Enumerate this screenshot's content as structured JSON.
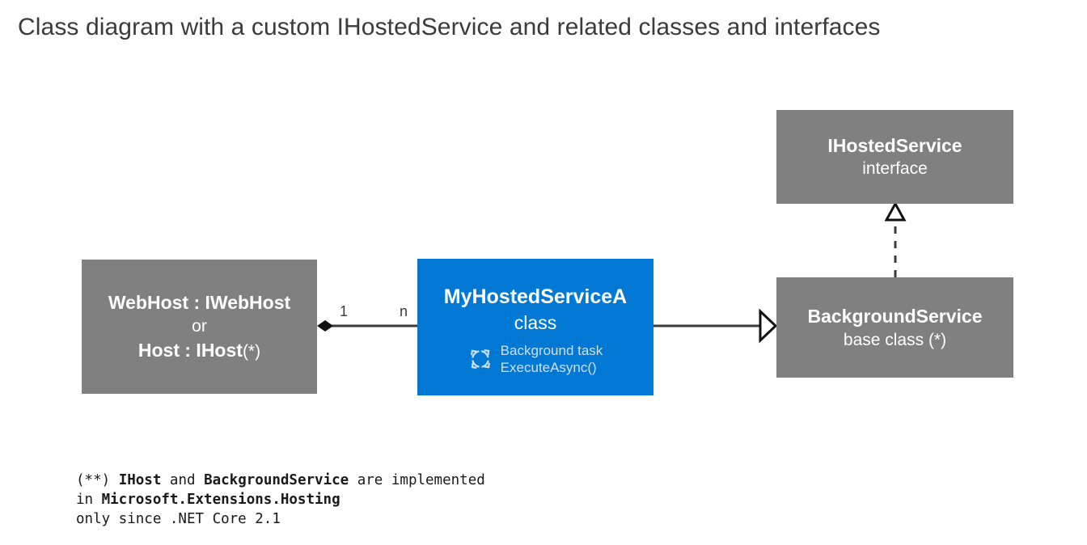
{
  "title": "Class diagram with a custom IHostedService and related classes and interfaces",
  "colors": {
    "gray_box": "#808080",
    "blue_box": "#0078d4",
    "canvas": "#ffffff",
    "line": "#3b3b3b",
    "title_text": "#3b3b3b",
    "box_text": "#ffffff",
    "muted_box_text": "#cde0f4"
  },
  "nodes": {
    "webhost": {
      "line1": "WebHost : IWebHost",
      "line2": "or",
      "line3_bold": "Host : IHost",
      "line3_note": "(*)",
      "fill": "#808080"
    },
    "myhostedservice": {
      "title": "MyHostedServiceA",
      "stereotype": "class",
      "task_icon": "refresh-cycle-icon",
      "task_line1": "Background task",
      "task_line2": "ExecuteAsync()",
      "fill": "#0078d4"
    },
    "ihostedservice": {
      "title": "IHostedService",
      "stereotype": "interface",
      "fill": "#808080"
    },
    "backgroundservice": {
      "title": "BackgroundService",
      "stereotype": "base class (*)",
      "fill": "#808080"
    }
  },
  "edges": {
    "composition": {
      "source_multiplicity": "1",
      "target_multiplicity": "n",
      "style": "solid",
      "source_marker": "filled-diamond",
      "target_marker": "none"
    },
    "generalization": {
      "style": "solid",
      "target_marker": "hollow-triangle"
    },
    "realization": {
      "style": "dashed",
      "target_marker": "hollow-triangle"
    }
  },
  "footnote": {
    "line1_a": "(**) ",
    "line1_b": "IHost",
    "line1_c": " and ",
    "line1_d": "BackgroundService",
    "line1_e": " are implemented",
    "line2_a": "in ",
    "line2_b": "Microsoft.Extensions.Hosting",
    "line3": "only since .NET Core 2.1"
  }
}
